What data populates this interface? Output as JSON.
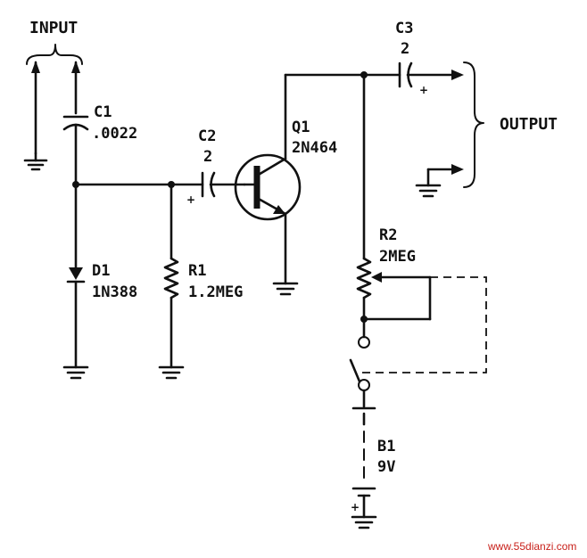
{
  "labels": {
    "input": "INPUT",
    "output": "OUTPUT"
  },
  "components": {
    "c1": {
      "ref": "C1",
      "value": ".0022"
    },
    "c2": {
      "ref": "C2",
      "value": "2",
      "polarity": "+"
    },
    "c3": {
      "ref": "C3",
      "value": "2",
      "polarity": "+"
    },
    "q1": {
      "ref": "Q1",
      "value": "2N464"
    },
    "d1": {
      "ref": "D1",
      "value": "1N388"
    },
    "r1": {
      "ref": "R1",
      "value": "1.2MEG"
    },
    "r2": {
      "ref": "R2",
      "value": "2MEG"
    },
    "b1": {
      "ref": "B1",
      "value": "9V",
      "polarity": "+"
    }
  },
  "watermark": "www.55dianzi.com",
  "colors": {
    "ink": "#111111",
    "watermark": "#c8201a",
    "background": "#ffffff"
  }
}
